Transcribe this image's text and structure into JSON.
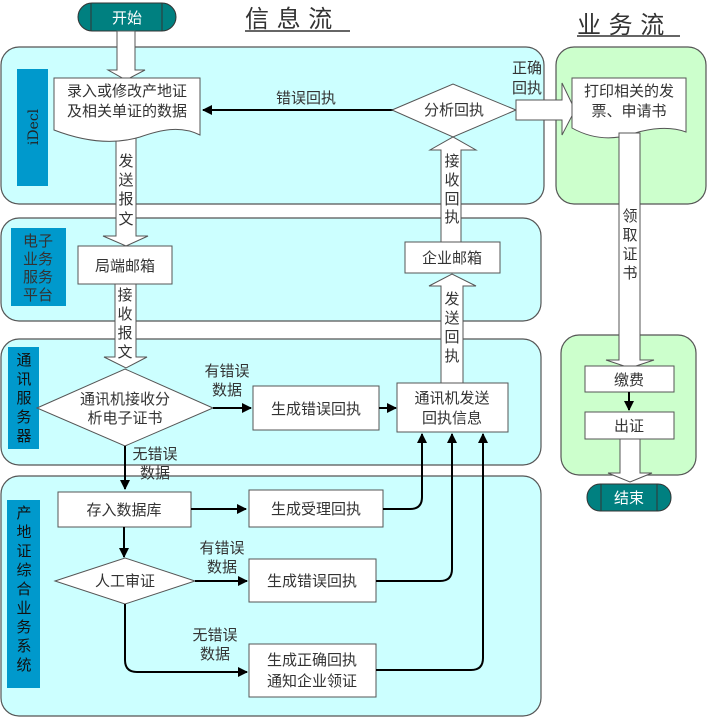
{
  "headers": {
    "info_flow": "信 息 流",
    "business_flow": "业 务 流"
  },
  "terminals": {
    "start": "开始",
    "end": "结束"
  },
  "lanes": {
    "idecl": "iDecl",
    "ebiz": [
      "电子",
      "业务",
      "服务",
      "平台"
    ],
    "comm": [
      "通",
      "讯",
      "服",
      "务",
      "器"
    ],
    "origin": [
      "产",
      "地",
      "证",
      "综",
      "合",
      "业",
      "务",
      "系",
      "统"
    ]
  },
  "nodes": {
    "input_data": [
      "录入或修改产地证",
      "及相关单证的数据"
    ],
    "analyze_receipt": "分析回执",
    "print_docs": [
      "打印相关的发",
      "票、申请书"
    ],
    "bureau_mailbox": "局端邮箱",
    "enterprise_mailbox": "企业邮箱",
    "comm_receive": [
      "通讯机接收分",
      "析电子证书"
    ],
    "gen_error_receipt_1": "生成错误回执",
    "comm_send": [
      "通讯机发送",
      "回执信息"
    ],
    "store_db": "存入数据库",
    "gen_accept_receipt": "生成受理回执",
    "manual_review": "人工审证",
    "gen_error_receipt_2": "生成错误回执",
    "gen_correct_receipt": [
      "生成正确回执",
      "通知企业领证"
    ],
    "pay_fee": "缴费",
    "issue_cert": "出证"
  },
  "edges": {
    "send_message": [
      "发",
      "送",
      "报",
      "文"
    ],
    "receive_message": [
      "接",
      "收",
      "报",
      "文"
    ],
    "receive_receipt": [
      "接",
      "收",
      "回",
      "执"
    ],
    "send_receipt": [
      "发",
      "送",
      "回",
      "执"
    ],
    "error_receipt": "错误回执",
    "correct_receipt": [
      "正确",
      "回执"
    ],
    "collect_cert": [
      "领",
      "取",
      "证",
      "书"
    ],
    "has_error_1": [
      "有错误",
      "数据"
    ],
    "no_error_1": [
      "无错误",
      "数据"
    ],
    "has_error_2": [
      "有错误",
      "数据"
    ],
    "no_error_2": [
      "无错误",
      "数据"
    ]
  },
  "colors": {
    "lane_fill": "#ccffff",
    "business_fill": "#ccffcc",
    "lane_label_fill": "#0099cc",
    "terminal_fill": "#008080"
  }
}
